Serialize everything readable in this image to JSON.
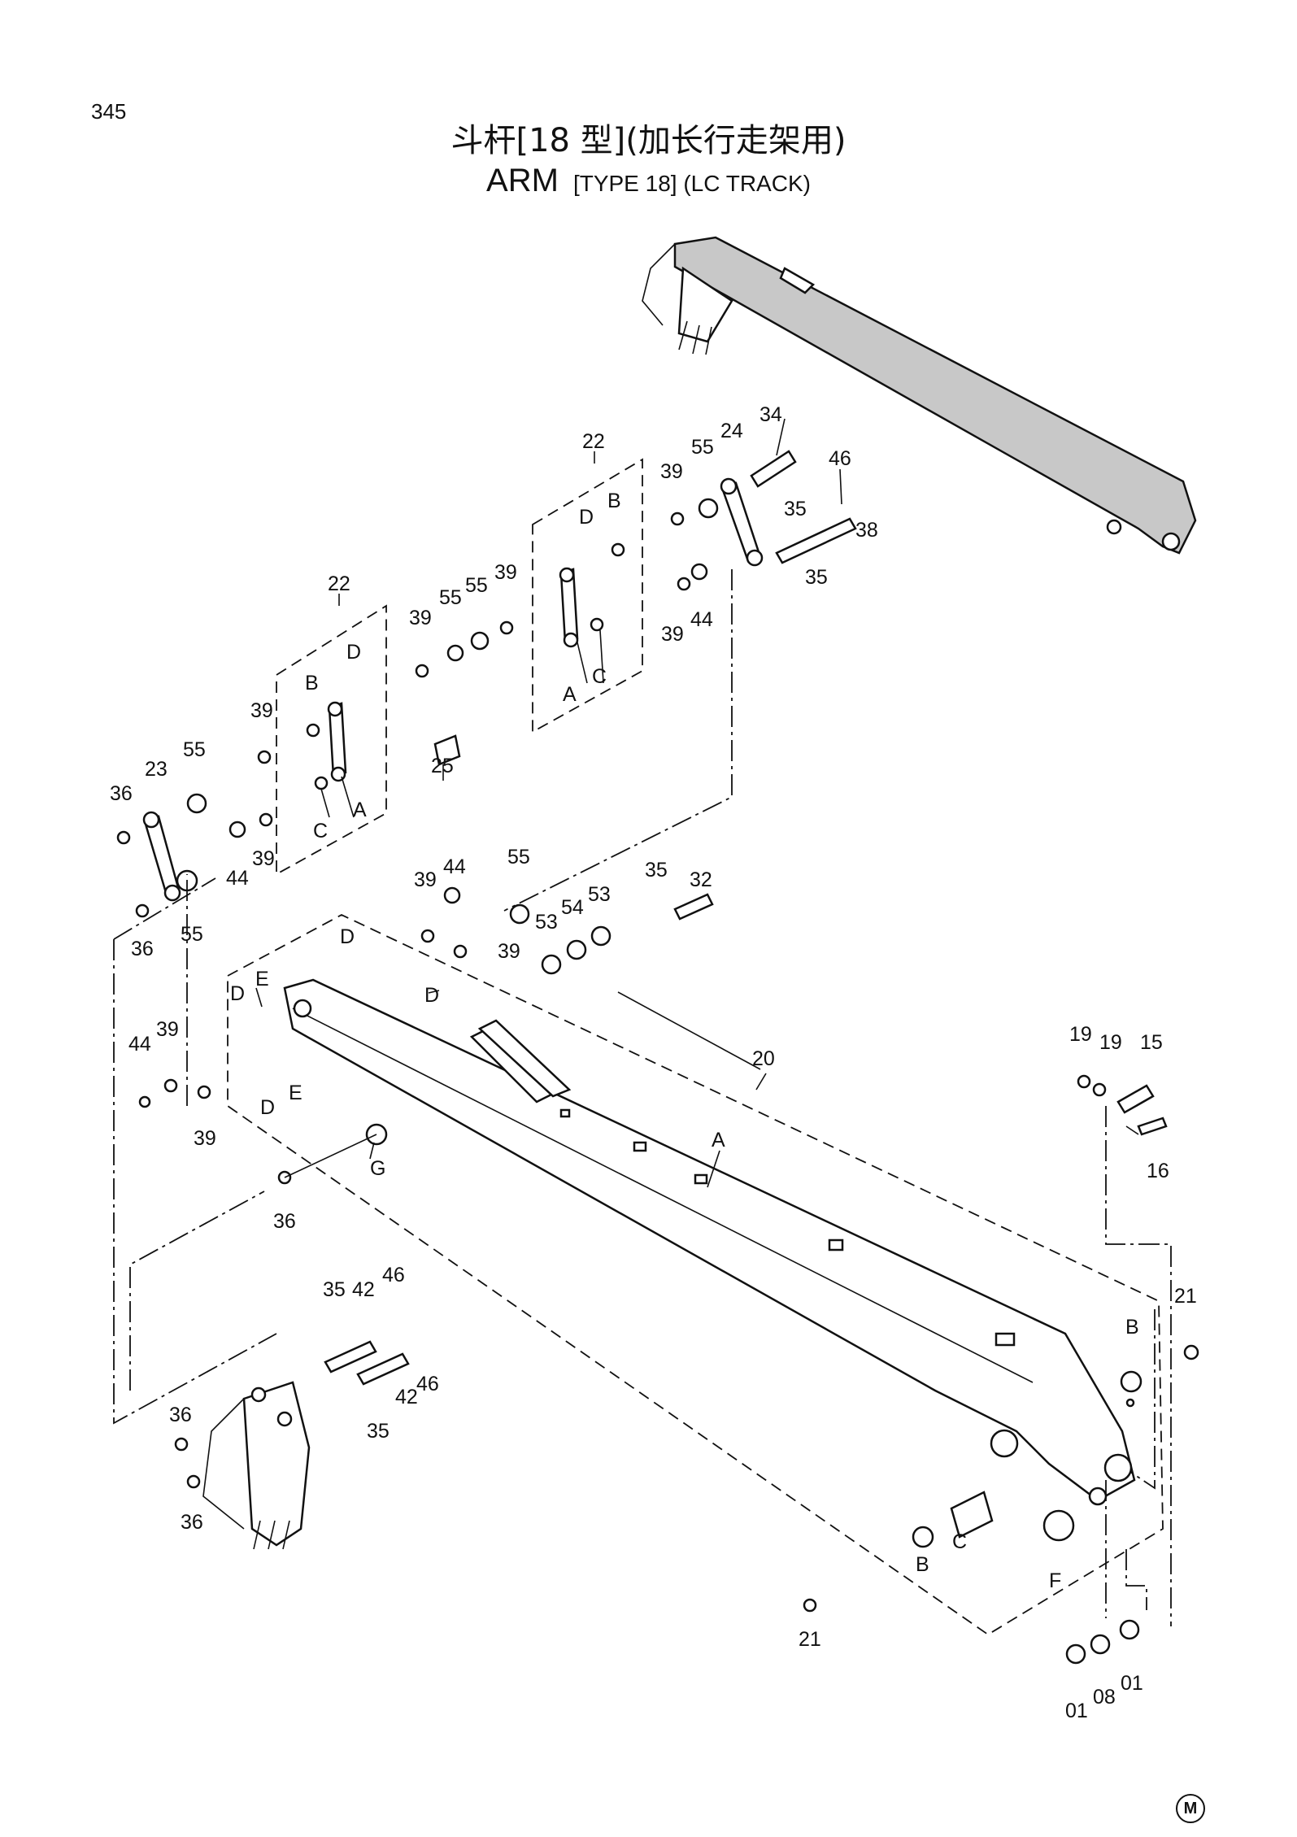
{
  "page": {
    "number": "345"
  },
  "title": {
    "chinese": "斗杆[18 型](加长行走架用)",
    "english_main": "ARM",
    "english_sub": "[TYPE 18] (LC  TRACK)"
  },
  "logo": {
    "text": "M"
  },
  "callouts": [
    {
      "id": "c01",
      "text": "22"
    },
    {
      "id": "c02",
      "text": "39"
    },
    {
      "id": "c03",
      "text": "55"
    },
    {
      "id": "c04",
      "text": "24"
    },
    {
      "id": "c05",
      "text": "34"
    },
    {
      "id": "c06",
      "text": "46"
    },
    {
      "id": "c07",
      "text": "D"
    },
    {
      "id": "c08",
      "text": "B"
    },
    {
      "id": "c09",
      "text": "35"
    },
    {
      "id": "c10",
      "text": "38"
    },
    {
      "id": "c11",
      "text": "35"
    },
    {
      "id": "c12",
      "text": "22"
    },
    {
      "id": "c13",
      "text": "55"
    },
    {
      "id": "c14",
      "text": "55"
    },
    {
      "id": "c15",
      "text": "39"
    },
    {
      "id": "c16",
      "text": "39"
    },
    {
      "id": "c17",
      "text": "39"
    },
    {
      "id": "c18",
      "text": "44"
    },
    {
      "id": "c19",
      "text": "C"
    },
    {
      "id": "c20",
      "text": "A"
    },
    {
      "id": "c21",
      "text": "D"
    },
    {
      "id": "c22",
      "text": "B"
    },
    {
      "id": "c23",
      "text": "39"
    },
    {
      "id": "c24",
      "text": "55"
    },
    {
      "id": "c25",
      "text": "23"
    },
    {
      "id": "c26",
      "text": "36"
    },
    {
      "id": "c27",
      "text": "25"
    },
    {
      "id": "c28",
      "text": "C"
    },
    {
      "id": "c29",
      "text": "A"
    },
    {
      "id": "c30",
      "text": "39"
    },
    {
      "id": "c31",
      "text": "44"
    },
    {
      "id": "c32",
      "text": "55"
    },
    {
      "id": "c33",
      "text": "36"
    },
    {
      "id": "c34",
      "text": "39"
    },
    {
      "id": "c35",
      "text": "44"
    },
    {
      "id": "c36",
      "text": "55"
    },
    {
      "id": "c37",
      "text": "35"
    },
    {
      "id": "c38",
      "text": "32"
    },
    {
      "id": "c39",
      "text": "53"
    },
    {
      "id": "c40",
      "text": "54"
    },
    {
      "id": "c41",
      "text": "53"
    },
    {
      "id": "c42",
      "text": "D"
    },
    {
      "id": "c43",
      "text": "39"
    },
    {
      "id": "c44",
      "text": "D"
    },
    {
      "id": "c45",
      "text": "D"
    },
    {
      "id": "c46",
      "text": "E"
    },
    {
      "id": "c47",
      "text": "44"
    },
    {
      "id": "c48",
      "text": "39"
    },
    {
      "id": "c49",
      "text": "E"
    },
    {
      "id": "c50",
      "text": "D"
    },
    {
      "id": "c51",
      "text": "39"
    },
    {
      "id": "c52",
      "text": "20"
    },
    {
      "id": "c53",
      "text": "A"
    },
    {
      "id": "c54",
      "text": "G"
    },
    {
      "id": "c55",
      "text": "36"
    },
    {
      "id": "c56",
      "text": "19"
    },
    {
      "id": "c57",
      "text": "19"
    },
    {
      "id": "c58",
      "text": "15"
    },
    {
      "id": "c59",
      "text": "16"
    },
    {
      "id": "c60",
      "text": "35"
    },
    {
      "id": "c61",
      "text": "42"
    },
    {
      "id": "c62",
      "text": "46"
    },
    {
      "id": "c63",
      "text": "46"
    },
    {
      "id": "c64",
      "text": "42"
    },
    {
      "id": "c65",
      "text": "35"
    },
    {
      "id": "c66",
      "text": "36"
    },
    {
      "id": "c67",
      "text": "36"
    },
    {
      "id": "c68",
      "text": "21"
    },
    {
      "id": "c69",
      "text": "B"
    },
    {
      "id": "c70",
      "text": "B"
    },
    {
      "id": "c71",
      "text": "C"
    },
    {
      "id": "c72",
      "text": "F"
    },
    {
      "id": "c73",
      "text": "21"
    },
    {
      "id": "c74",
      "text": "01"
    },
    {
      "id": "c75",
      "text": "08"
    },
    {
      "id": "c76",
      "text": "01"
    }
  ]
}
